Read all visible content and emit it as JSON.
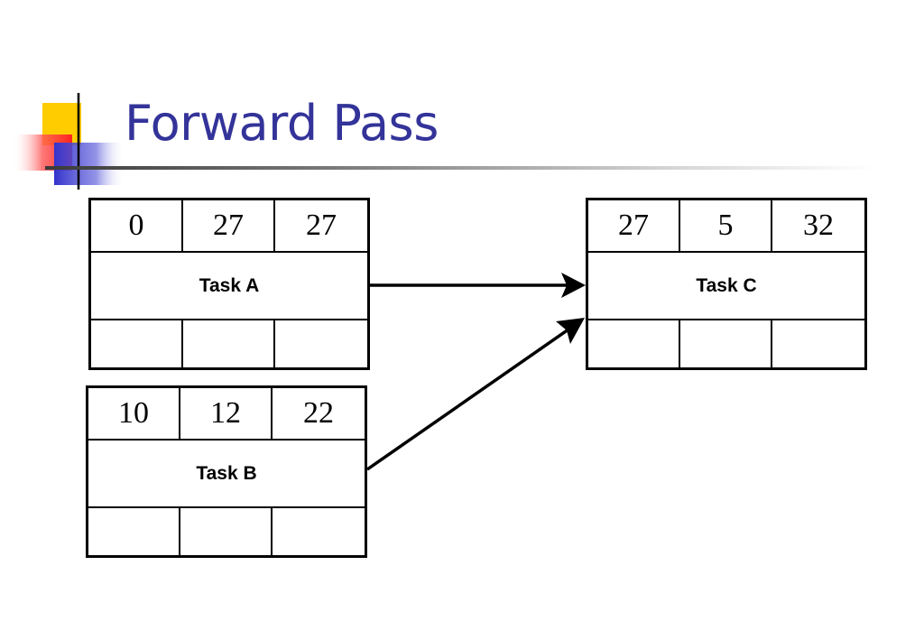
{
  "slide": {
    "title": "Forward Pass"
  },
  "nodes": {
    "task_a": {
      "name": "Task A",
      "early_start": "0",
      "duration": "27",
      "early_finish": "27",
      "late_start": "",
      "slack": "",
      "late_finish": ""
    },
    "task_b": {
      "name": "Task B",
      "early_start": "10",
      "duration": "12",
      "early_finish": "22",
      "late_start": "",
      "slack": "",
      "late_finish": ""
    },
    "task_c": {
      "name": "Task C",
      "early_start": "27",
      "duration": "5",
      "early_finish": "32",
      "late_start": "",
      "slack": "",
      "late_finish": ""
    }
  },
  "edges": [
    {
      "from": "Task A",
      "to": "Task C"
    },
    {
      "from": "Task B",
      "to": "Task C"
    }
  ],
  "colors": {
    "title": "#333399",
    "logo_yellow": "#ffcc00",
    "logo_red": "#ff3333",
    "logo_blue": "#3333cc",
    "lines": "#000000"
  }
}
